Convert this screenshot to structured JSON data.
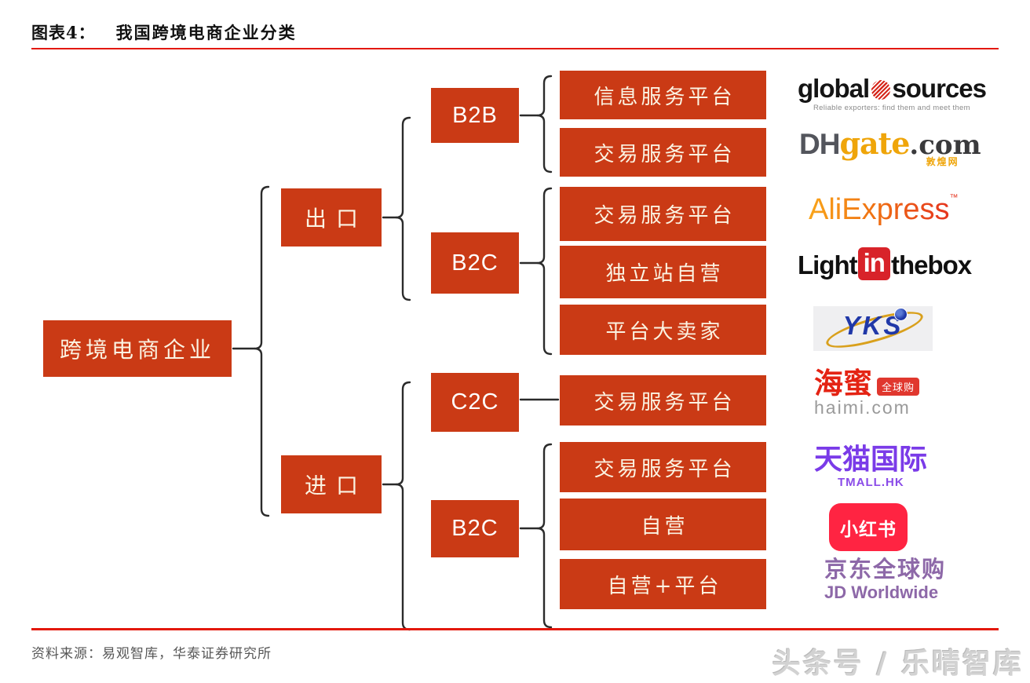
{
  "header": {
    "figure_label": "图表4：",
    "title": "我国跨境电商企业分类"
  },
  "tree": {
    "root": "跨境电商企业",
    "level1": [
      {
        "label": "出口"
      },
      {
        "label": "进口"
      }
    ],
    "level2": [
      {
        "label": "B2B"
      },
      {
        "label": "B2C"
      },
      {
        "label": "C2C"
      },
      {
        "label": "B2C"
      }
    ],
    "leaves": [
      "信息服务平台",
      "交易服务平台",
      "交易服务平台",
      "独立站自营",
      "平台大卖家",
      "交易服务平台",
      "交易服务平台",
      "自营",
      "自营+平台"
    ]
  },
  "logos": {
    "global_sources": {
      "word1": "global",
      "word2": "sources",
      "tagline": "Reliable exporters: find them and meet them"
    },
    "dhgate": {
      "dh": "DH",
      "gate": "gate",
      "com": ".com",
      "cn": "敦煌网"
    },
    "aliexpress": {
      "name": "AliExpress",
      "tm": "™"
    },
    "lightinthebox": {
      "p1": "Light",
      "p2": "in",
      "p3": "thebox"
    },
    "yks": {
      "name": "YKS"
    },
    "haimi": {
      "cn": "海蜜",
      "badge": "全球购",
      "domain": "haimi.com"
    },
    "tmall": {
      "cn": "天猫国际",
      "sub": "TMALL.HK"
    },
    "xiaohongshu": {
      "cn": "小红书"
    },
    "jd": {
      "cn": "京东全球购",
      "sub": "JD Worldwide"
    }
  },
  "footer": {
    "source": "资料来源：易观智库，华泰证券研究所",
    "watermark": "头条号 / 乐晴智库"
  },
  "colors": {
    "node_red": "#CA3A15",
    "rule_red": "#E3180B",
    "connector_black": "#2B2B2B",
    "dhgate_gold": "#EFA50A",
    "aliexpress_orange": "#F9A51A",
    "aliexpress_red": "#E5341F",
    "litb_red": "#D8232A",
    "yks_blue": "#2038A8",
    "yks_gold": "#D9A01C",
    "haimi_red": "#E42313",
    "tmall_purple": "#7A3BE8",
    "xhs_red": "#FF2442",
    "jd_purple": "#8D68A8",
    "source_gray": "#575757",
    "watermark_gray": "#D2D2D2"
  }
}
